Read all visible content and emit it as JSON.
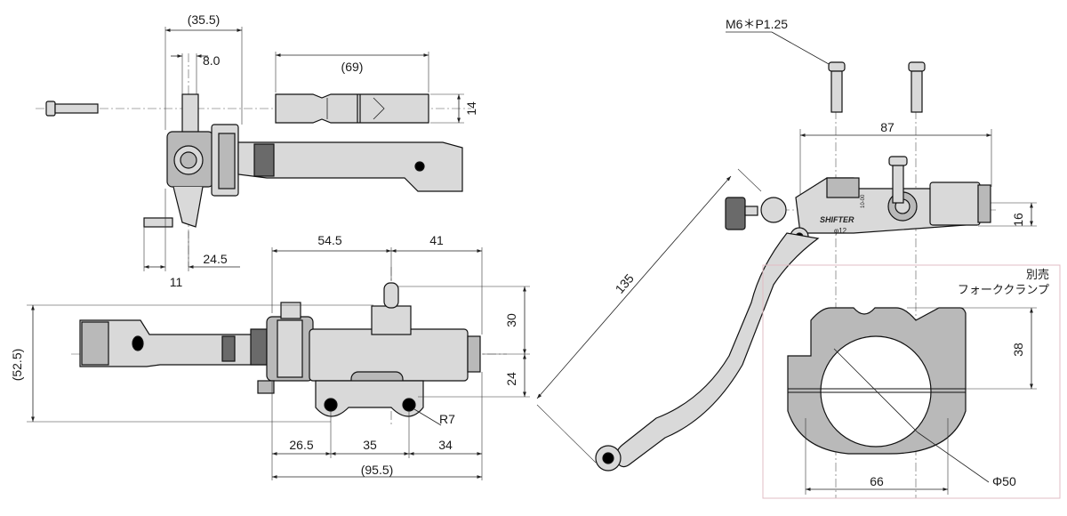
{
  "top_view": {
    "dim_width_overall": "(35.5)",
    "dim_pin": "8.0",
    "dim_lever_length": "(69)",
    "dim_lever_height": "14",
    "dim_bottom_offset": "24.5",
    "dim_bottom_small": "11"
  },
  "front_view": {
    "dim_top_left": "54.5",
    "dim_top_right": "41",
    "dim_height_overall": "(52.5)",
    "dim_upper": "30",
    "dim_lower": "24",
    "dim_radius": "R7",
    "dim_bottom_a": "26.5",
    "dim_bottom_b": "35",
    "dim_bottom_c": "34",
    "dim_bottom_total": "(95.5)"
  },
  "side_view": {
    "bolt_label": "M6＊P1.25",
    "dim_bolt_spacing": "87",
    "dim_right_height": "16",
    "dim_lever_length": "135",
    "logo_text": "SHIFTER",
    "label_phi12": "φ12",
    "label_spec": "10-00"
  },
  "clamp_view": {
    "note_line1": "別売",
    "note_line2": "フォーククランプ",
    "dim_height": "38",
    "dim_width": "66",
    "dim_diameter": "Φ50"
  }
}
